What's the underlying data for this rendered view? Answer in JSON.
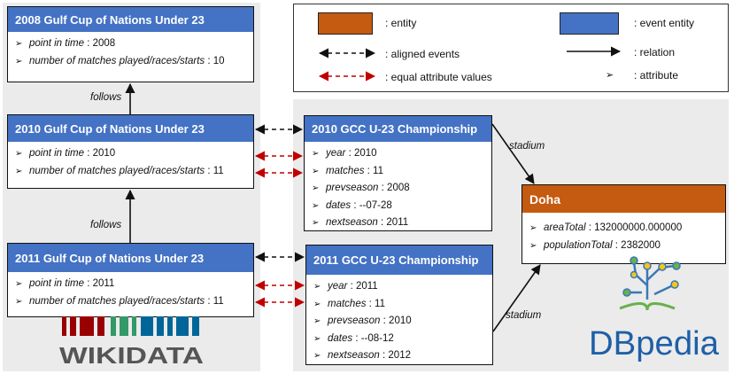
{
  "legend": {
    "entity": ": entity",
    "event_entity": ": event entity",
    "aligned_events": ": aligned events",
    "relation": ": relation",
    "equal_attribute_values": ": equal attribute values",
    "attribute_bullet": "➢",
    "attribute": ": attribute"
  },
  "colors": {
    "event": "#4472c4",
    "entity": "#c55a11",
    "equal": "#c00000"
  },
  "wikidata": {
    "logo_text": "WIKIDATA",
    "nodes": [
      {
        "title": "2008 Gulf Cup of Nations Under 23",
        "attributes": [
          {
            "key": "point in time",
            "value": " : 2008"
          },
          {
            "key": "number of matches played/races/starts",
            "value": " : 10"
          }
        ]
      },
      {
        "title": "2010 Gulf Cup of Nations Under 23",
        "attributes": [
          {
            "key": "point in time",
            "value": " : 2010"
          },
          {
            "key": "number of matches played/races/starts",
            "value": " : 11"
          }
        ]
      },
      {
        "title": "2011 Gulf Cup of Nations Under 23",
        "attributes": [
          {
            "key": "point in time",
            "value": " : 2011"
          },
          {
            "key": "number of matches played/races/starts",
            "value": " : 11"
          }
        ]
      }
    ],
    "follows_label_1": "follows",
    "follows_label_2": "follows"
  },
  "dbpedia": {
    "logo_text": "DBpedia",
    "nodes": [
      {
        "title": "2010 GCC U-23 Championship",
        "attributes": [
          {
            "key": "year",
            "value": " : 2010"
          },
          {
            "key": "matches",
            "value": " : 11"
          },
          {
            "key": "prevseason",
            "value": " : 2008"
          },
          {
            "key": "dates",
            "value": " : --07-28"
          },
          {
            "key": "nextseason",
            "value": " :  2011"
          }
        ]
      },
      {
        "title": "2011 GCC U-23 Championship",
        "attributes": [
          {
            "key": "year",
            "value": " : 2011"
          },
          {
            "key": "matches",
            "value": " : 11"
          },
          {
            "key": "prevseason",
            "value": " : 2010"
          },
          {
            "key": "dates",
            "value": " : --08-12"
          },
          {
            "key": "nextseason",
            "value": " :  2012"
          }
        ]
      }
    ],
    "entity": {
      "title": "Doha",
      "attributes": [
        {
          "key": "areaTotal",
          "value": " : 132000000.000000"
        },
        {
          "key": "populationTotal",
          "value": " : 2382000"
        }
      ]
    },
    "stadium_label_1": "stadium",
    "stadium_label_2": "stadium"
  }
}
